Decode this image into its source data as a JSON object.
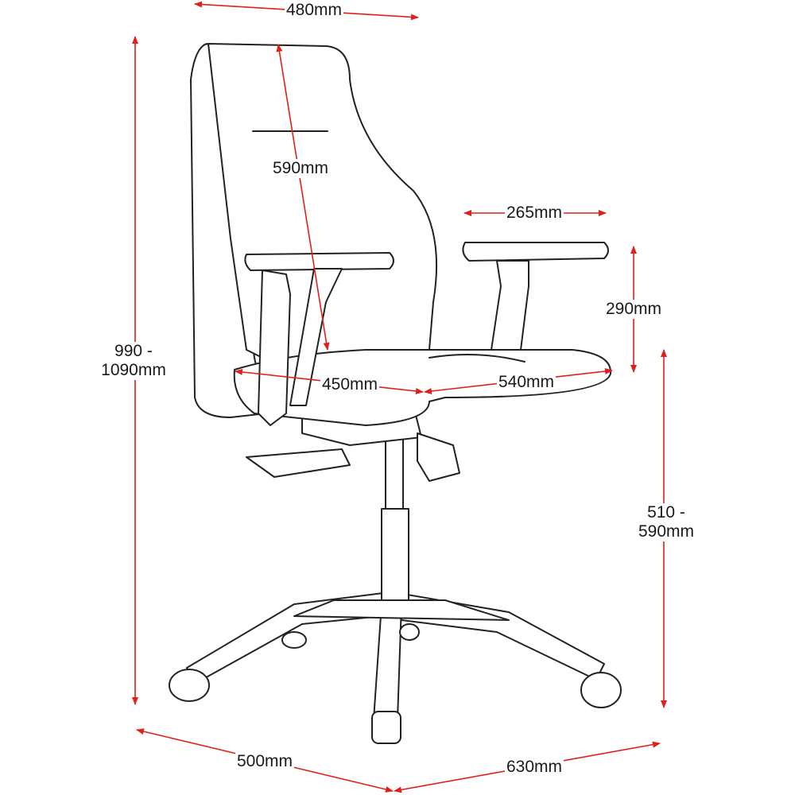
{
  "colors": {
    "dimension": "#e0201c",
    "outline": "#222222"
  },
  "dimensions": {
    "overall_width": "480mm",
    "overall_height_line1": "990 -",
    "overall_height_line2": "1090mm",
    "backrest_height": "590mm",
    "armrest_length": "265mm",
    "armrest_height": "290mm",
    "seat_width": "450mm",
    "seat_depth": "540mm",
    "seat_height_line1": "510 -",
    "seat_height_line2": "590mm",
    "base_depth": "500mm",
    "base_width": "630mm"
  }
}
